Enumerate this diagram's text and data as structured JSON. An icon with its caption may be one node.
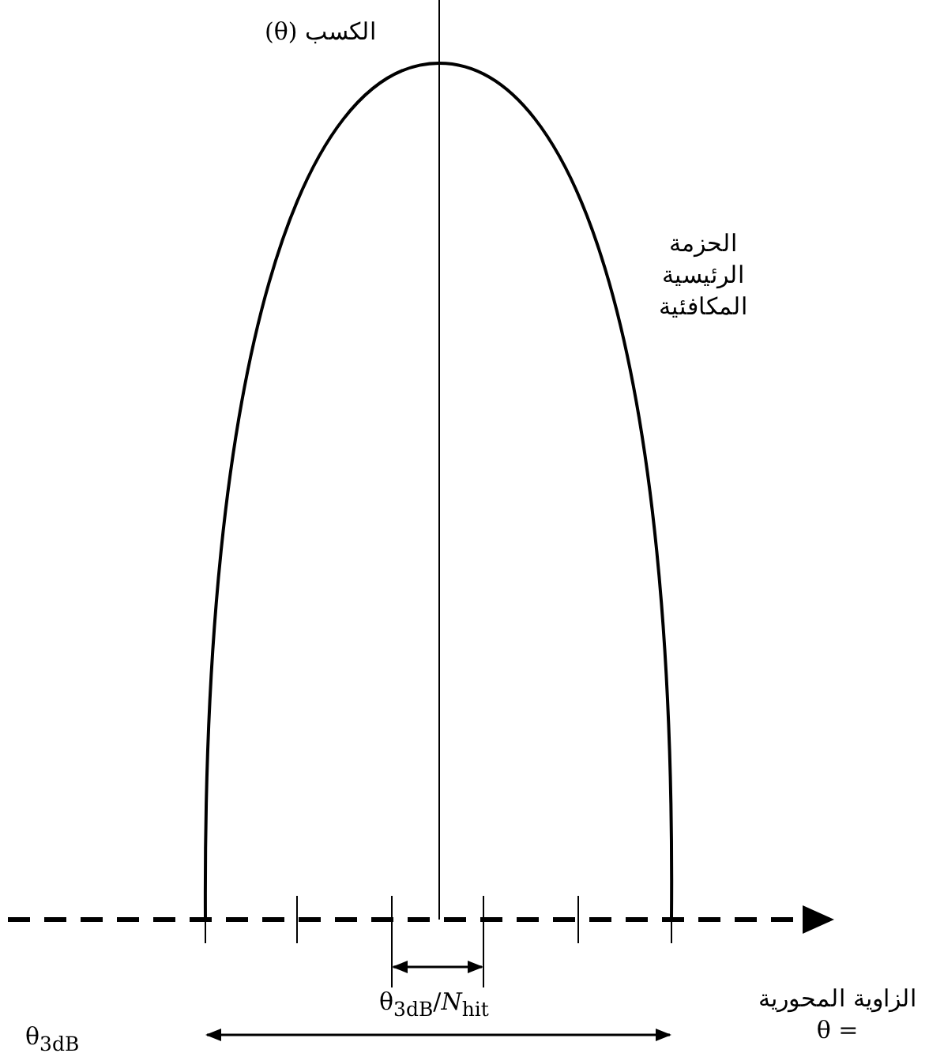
{
  "diagram": {
    "labels": [
      "الكسب (θ)",
      "الحزمة الرئيسية المكافئية",
      "الزاوية المحورية = θ",
      "θ$_{3dB}$/*N*$_{hit}$",
      "θ$_{3dB}$"
    ]
  }
}
